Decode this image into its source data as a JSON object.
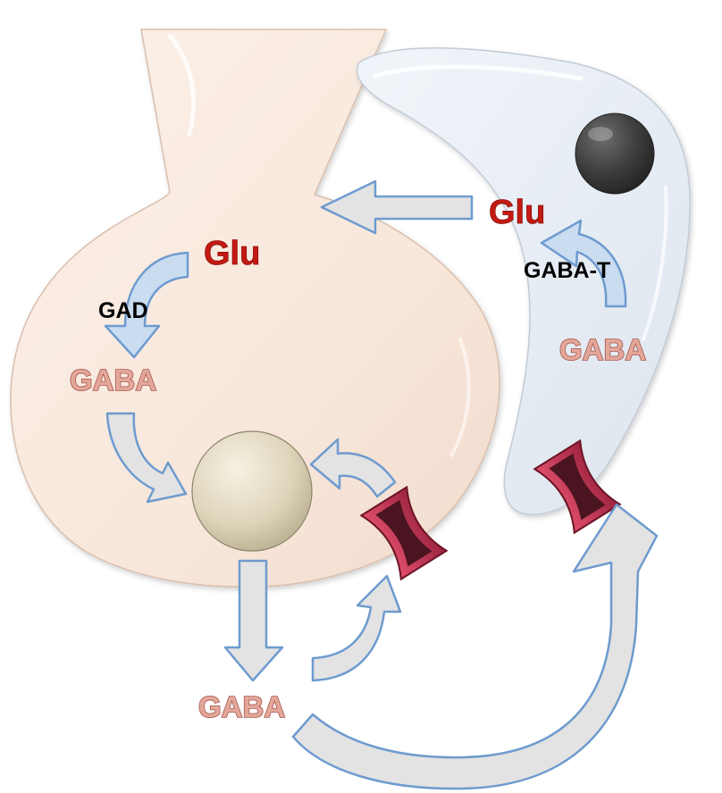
{
  "labels": {
    "glu_neuron": "Glu",
    "gad": "GAD",
    "gaba_neuron": "GABA",
    "glu_glia": "Glu",
    "gaba_t": "GABA-T",
    "gaba_glia": "GABA",
    "gaba_synapse": "GABA"
  },
  "colors": {
    "neuron_fill": "#f8e8dc",
    "glia_fill": "#e7edf4",
    "nucleus": "#3c3c3c",
    "vesicle": "#e2dac2",
    "transporter": "#c73a58",
    "arrow_fill": "#e3e3e3",
    "arrow_stroke": "#6e9bcf",
    "enzyme_arrow_fill": "#c9dcf0",
    "glu_text": "#c41a12",
    "gaba_text": "#e3a79a"
  }
}
